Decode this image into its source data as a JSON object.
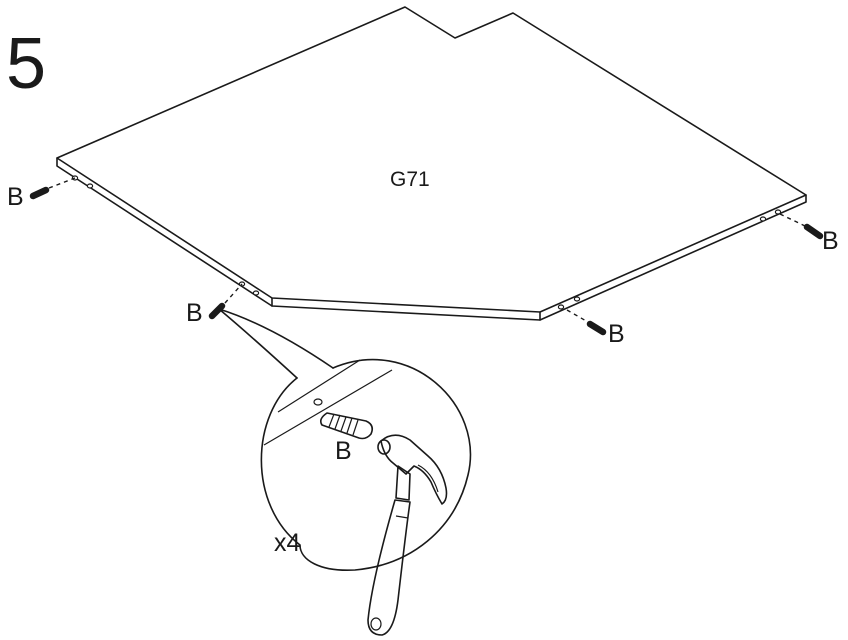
{
  "step_number": "5",
  "panel_label": "G71",
  "dowel_label": "B",
  "quantity_label": "x4"
}
